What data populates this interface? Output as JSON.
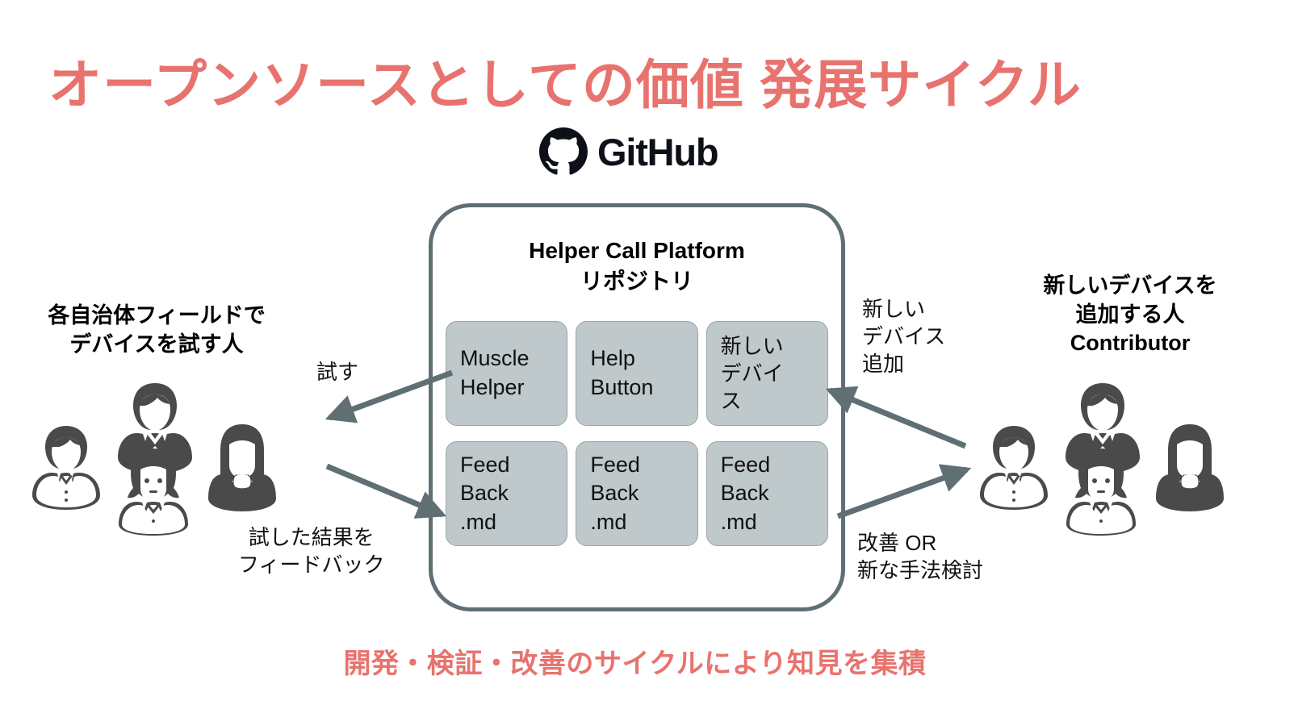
{
  "title": "オープンソースとしての価値 発展サイクル",
  "brand": {
    "name": "GitHub",
    "mark_icon": "github-octocat-icon",
    "color": "#0d1117"
  },
  "repository": {
    "name_en": "Helper Call Platform",
    "name_jp": "リポジトリ",
    "border_color": "#5f6f73",
    "items": [
      {
        "label": "Muscle\nHelper",
        "kind": "code"
      },
      {
        "label": "Help\nButton",
        "kind": "code"
      },
      {
        "label": "新しい\nデバイ\nス",
        "kind": "code"
      },
      {
        "label": "Feed\nBack\n.md",
        "kind": "doc"
      },
      {
        "label": "Feed\nBack\n.md",
        "kind": "doc"
      },
      {
        "label": "Feed\nBack\n.md",
        "kind": "doc"
      }
    ],
    "item_fill": "#bfc8ca"
  },
  "left_group": {
    "heading": "各自治体フィールドで\nデバイスを試す人",
    "people_count": 4
  },
  "right_group": {
    "heading": "新しいデバイスを\n追加する人\nContributor",
    "people_count": 4
  },
  "arrows": [
    {
      "id": "try",
      "label": "試す",
      "direction": "repo-to-left-users"
    },
    {
      "id": "feedback",
      "label": "試した結果を\nフィードバック",
      "direction": "left-users-to-repo"
    },
    {
      "id": "add-device",
      "label": "新しい\nデバイス\n追加",
      "direction": "contributor-to-repo"
    },
    {
      "id": "improve",
      "label": "改善 OR\n新な手法検討",
      "direction": "repo-to-contributor"
    }
  ],
  "footer": "開発・検証・改善のサイクルにより知見を集積",
  "colors": {
    "accent_red": "#e8736e",
    "arrow_gray": "#5f6f73",
    "people_gray": "#4a4a4a"
  }
}
